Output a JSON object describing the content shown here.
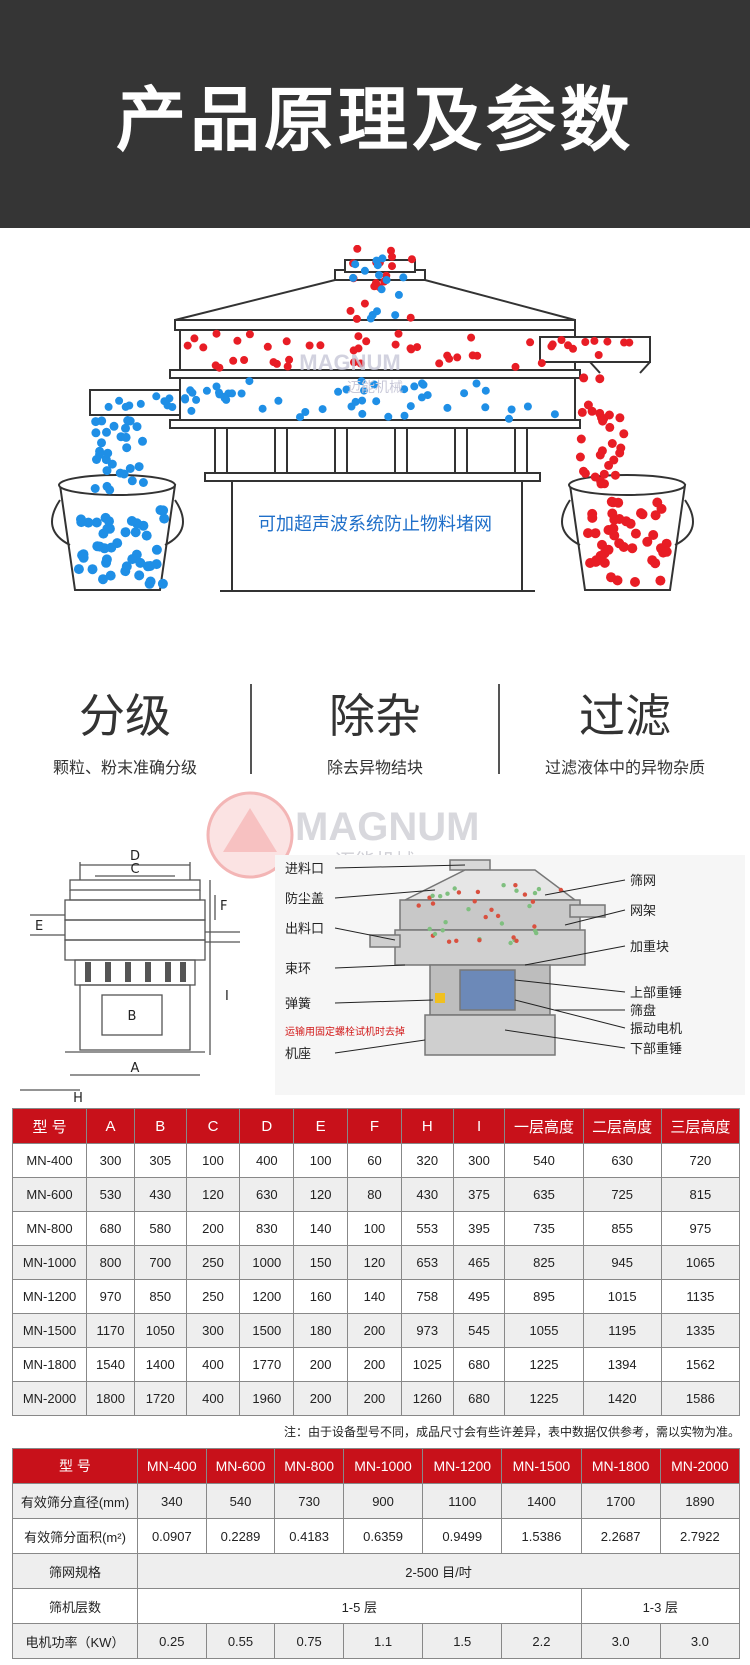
{
  "banner": {
    "title": "产品原理及参数"
  },
  "principle": {
    "caption": "可加超声波系统防止物料堵网",
    "watermark_en": "MAGNUM",
    "watermark_cn": "迈能机械",
    "colors": {
      "red": "#e81d25",
      "blue": "#1f8fe6",
      "frame": "#333333"
    }
  },
  "features": [
    {
      "title": "分级",
      "desc": "颗粒、粉末准确分级"
    },
    {
      "title": "除杂",
      "desc": "除去异物结块"
    },
    {
      "title": "过滤",
      "desc": "过滤液体中的异物杂质"
    }
  ],
  "logo": {
    "en": "MAGNUM",
    "cn": "迈能机械"
  },
  "drawing": {
    "labels": [
      "D",
      "C",
      "F",
      "E",
      "B",
      "A",
      "H",
      "I"
    ]
  },
  "cutaway": {
    "left_labels": [
      "进料口",
      "防尘盖",
      "出料口",
      "束环",
      "弹簧",
      "运输用固定螺栓试机时去掉",
      "机座"
    ],
    "right_labels": [
      "筛网",
      "网架",
      "加重块",
      "上部重锤",
      "筛盘",
      "振动电机",
      "下部重锤"
    ]
  },
  "table1": {
    "headers": [
      "型 号",
      "A",
      "B",
      "C",
      "D",
      "E",
      "F",
      "H",
      "I",
      "一层高度",
      "二层高度",
      "三层高度"
    ],
    "rows": [
      [
        "MN-400",
        "300",
        "305",
        "100",
        "400",
        "100",
        "60",
        "320",
        "300",
        "540",
        "630",
        "720"
      ],
      [
        "MN-600",
        "530",
        "430",
        "120",
        "630",
        "120",
        "80",
        "430",
        "375",
        "635",
        "725",
        "815"
      ],
      [
        "MN-800",
        "680",
        "580",
        "200",
        "830",
        "140",
        "100",
        "553",
        "395",
        "735",
        "855",
        "975"
      ],
      [
        "MN-1000",
        "800",
        "700",
        "250",
        "1000",
        "150",
        "120",
        "653",
        "465",
        "825",
        "945",
        "1065"
      ],
      [
        "MN-1200",
        "970",
        "850",
        "250",
        "1200",
        "160",
        "140",
        "758",
        "495",
        "895",
        "1015",
        "1135"
      ],
      [
        "MN-1500",
        "1170",
        "1050",
        "300",
        "1500",
        "180",
        "200",
        "973",
        "545",
        "1055",
        "1195",
        "1335"
      ],
      [
        "MN-1800",
        "1540",
        "1400",
        "400",
        "1770",
        "200",
        "200",
        "1025",
        "680",
        "1225",
        "1394",
        "1562"
      ],
      [
        "MN-2000",
        "1800",
        "1720",
        "400",
        "1960",
        "200",
        "200",
        "1260",
        "680",
        "1225",
        "1420",
        "1586"
      ]
    ]
  },
  "note": "注：由于设备型号不同，成品尺寸会有些许差异，表中数据仅供参考，需以实物为准。",
  "table2": {
    "headers": [
      "型 号",
      "MN-400",
      "MN-600",
      "MN-800",
      "MN-1000",
      "MN-1200",
      "MN-1500",
      "MN-1800",
      "MN-2000"
    ],
    "diameter": {
      "label": "有效筛分直径(mm)",
      "values": [
        "340",
        "540",
        "730",
        "900",
        "1100",
        "1400",
        "1700",
        "1890"
      ]
    },
    "area": {
      "label": "有效筛分面积(m²)",
      "values": [
        "0.0907",
        "0.2289",
        "0.4183",
        "0.6359",
        "0.9499",
        "1.5386",
        "2.2687",
        "2.7922"
      ]
    },
    "mesh": {
      "label": "筛网规格",
      "value": "2-500 目/吋"
    },
    "layers": {
      "label": "筛机层数",
      "value_a": "1-5 层",
      "value_b": "1-3 层"
    },
    "power": {
      "label": "电机功率（KW）",
      "values": [
        "0.25",
        "0.55",
        "0.75",
        "1.1",
        "1.5",
        "2.2",
        "3.0",
        "3.0"
      ]
    }
  }
}
